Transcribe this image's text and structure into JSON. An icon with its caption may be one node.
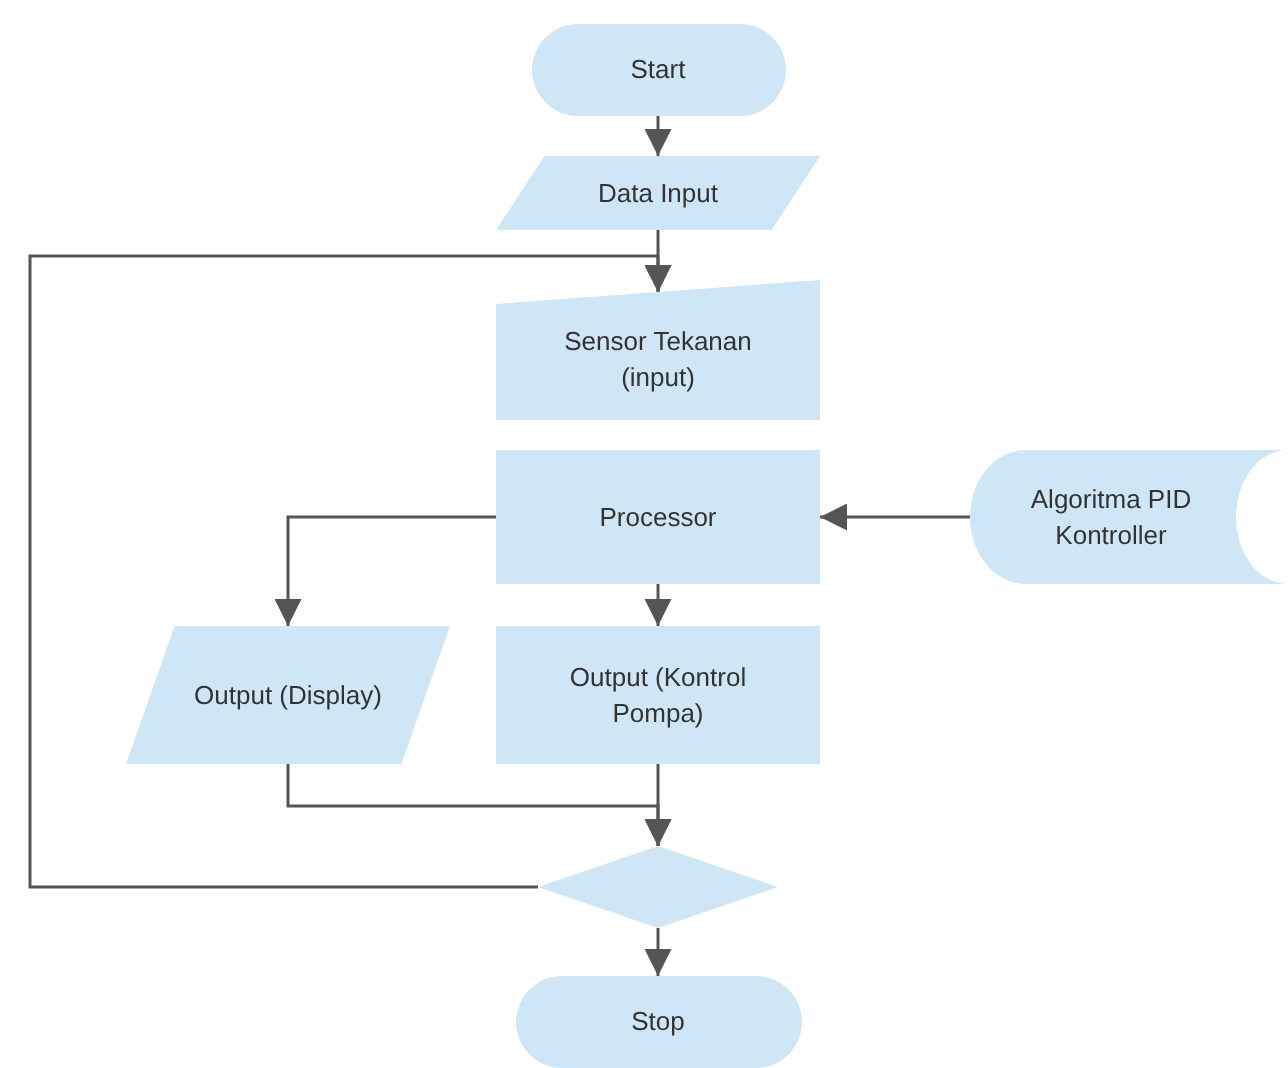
{
  "diagram": {
    "nodes": [
      {
        "text": [
          "Start"
        ]
      },
      {
        "text": [
          "Data Input"
        ]
      },
      {
        "text": [
          "Sensor Tekanan (input)"
        ]
      },
      {
        "text": [
          "Processor"
        ]
      },
      {
        "text": [
          "Algoritma PID Kontroller"
        ]
      },
      {
        "text": [
          "Output (Display)"
        ]
      },
      {
        "text": [
          "Output (Kontrol Pompa)"
        ]
      },
      {
        "text": [],
        "shape": "diamond"
      },
      {
        "text": [
          "Stop"
        ]
      }
    ],
    "edges": [
      {
        "from": 0,
        "to": 1,
        "arrow": "to"
      },
      {
        "from": 1,
        "to": 2,
        "arrow": "to"
      },
      {
        "from": 7,
        "to": 2,
        "arrow": "to"
      },
      {
        "from": 3,
        "to": 5,
        "arrow": "to"
      },
      {
        "from": 3,
        "to": 6,
        "arrow": "to"
      },
      {
        "from": 4,
        "to": 3,
        "arrow": "to"
      },
      {
        "from": 5,
        "to": 7,
        "arrow": "to"
      },
      {
        "from": 6,
        "to": 7,
        "arrow": "to"
      },
      {
        "from": 7,
        "to": 8,
        "arrow": "to"
      }
    ]
  }
}
